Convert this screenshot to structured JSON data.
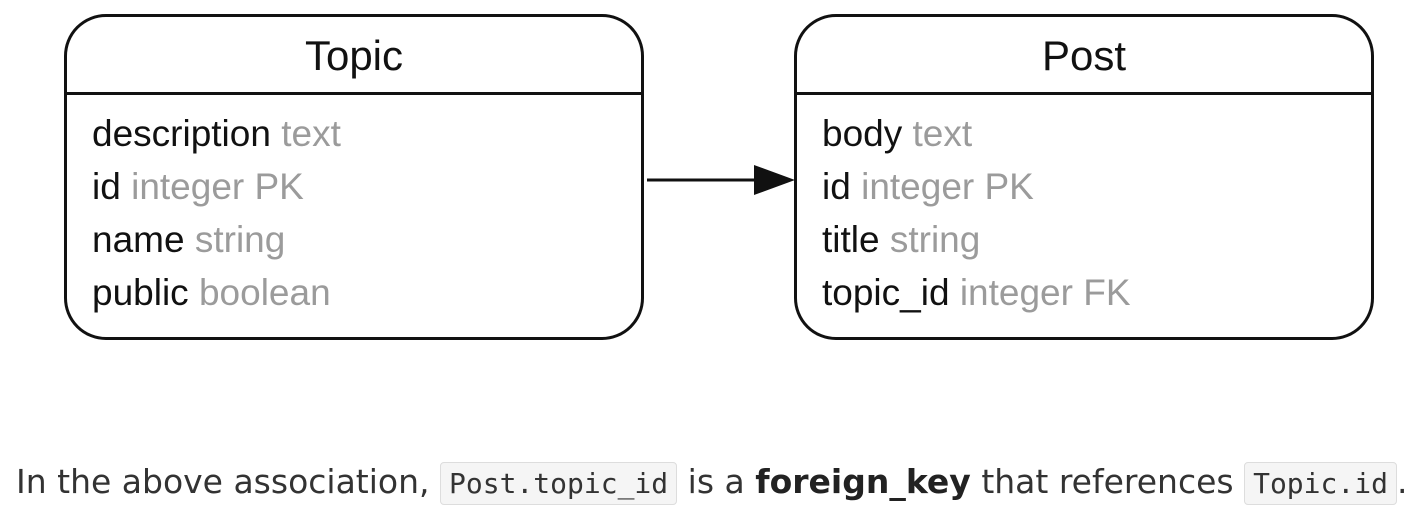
{
  "diagram": {
    "entities": [
      {
        "title": "Topic",
        "fields": [
          {
            "name": "description",
            "type": "text"
          },
          {
            "name": "id",
            "type": "integer PK"
          },
          {
            "name": "name",
            "type": "string"
          },
          {
            "name": "public",
            "type": "boolean"
          }
        ]
      },
      {
        "title": "Post",
        "fields": [
          {
            "name": "body",
            "type": "text"
          },
          {
            "name": "id",
            "type": "integer PK"
          },
          {
            "name": "title",
            "type": "string"
          },
          {
            "name": "topic_id",
            "type": "integer FK"
          }
        ]
      }
    ],
    "relationship": {
      "from": "Topic",
      "to": "Post",
      "arrowhead": "filled-triangle"
    }
  },
  "caption": {
    "prefix": "In the above association,",
    "code_fk": "Post.topic_id",
    "middle": "is a",
    "emphasis": "foreign_key",
    "suffix": "that references",
    "code_ref": "Topic.id",
    "end": "."
  },
  "colors": {
    "stroke": "#111111",
    "field_type": "#9b9b9b",
    "caption_text": "#333333",
    "code_background": "#f5f5f5"
  }
}
